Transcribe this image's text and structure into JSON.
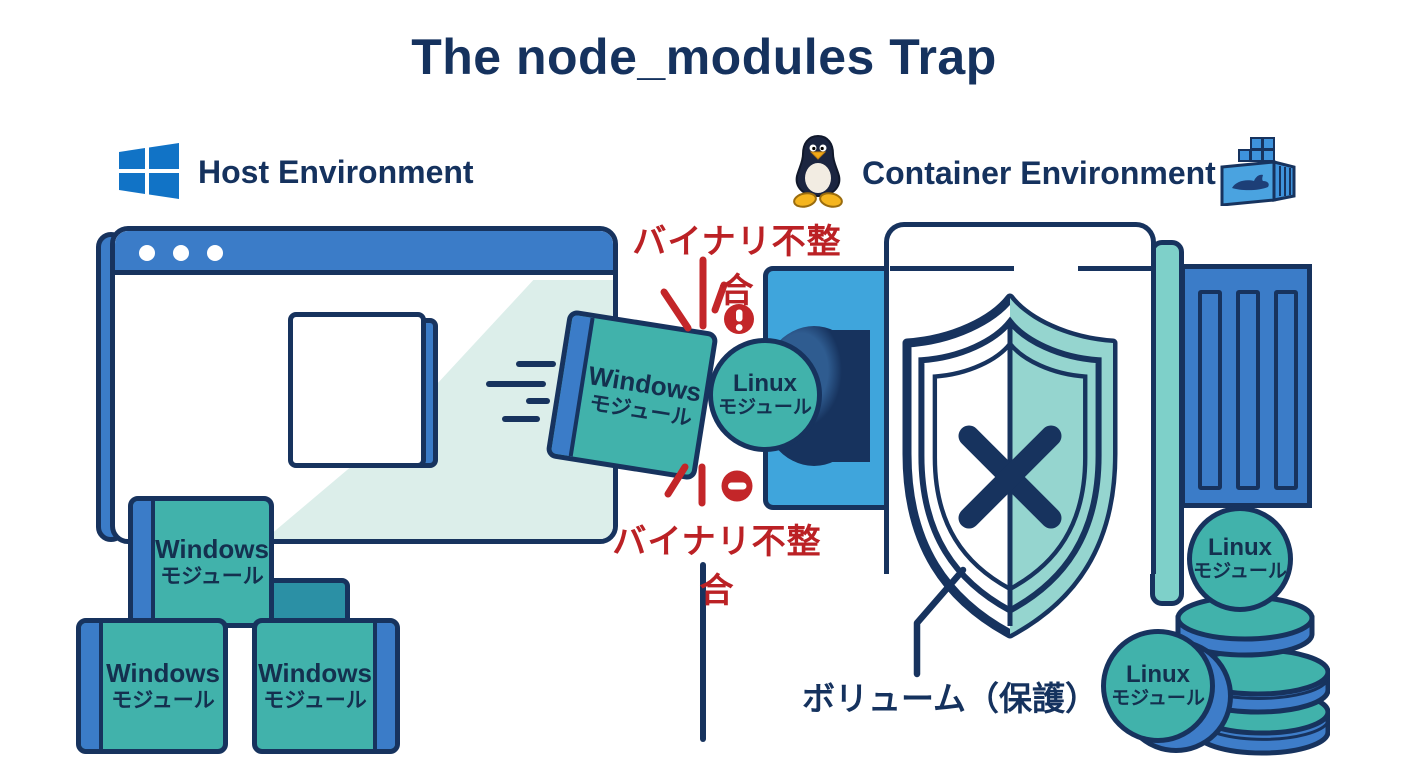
{
  "title": "The node_modules Trap",
  "host": {
    "heading": "Host Environment",
    "flying_module": {
      "name": "Windows",
      "type": "モジュール"
    },
    "modules": [
      {
        "name": "Windows",
        "type": "モジュール"
      },
      {
        "name": "Windows",
        "type": "モジュール"
      },
      {
        "name": "Windows",
        "type": "モジュール"
      }
    ]
  },
  "container": {
    "heading": "Container Environment",
    "socket_module": {
      "name": "Linux",
      "type": "モジュール"
    },
    "coin_modules": [
      {
        "name": "Linux",
        "type": "モジュール"
      },
      {
        "name": "Linux",
        "type": "モジュール"
      }
    ],
    "volume_label": "ボリューム（保護）"
  },
  "collision": {
    "top_label": "バイナリ不整合",
    "bottom_label": "バイナリ不整合"
  },
  "colors": {
    "navy_outline": "#17335e",
    "title_text": "#15325e",
    "blue": "#3b7cc8",
    "light_blue": "#3fa5dc",
    "teal": "#41b2ab",
    "dark_teal": "#2b90a5",
    "mint": "#dceeea",
    "red": "#bb2125",
    "windows_logo_blue": "#1173c6"
  }
}
